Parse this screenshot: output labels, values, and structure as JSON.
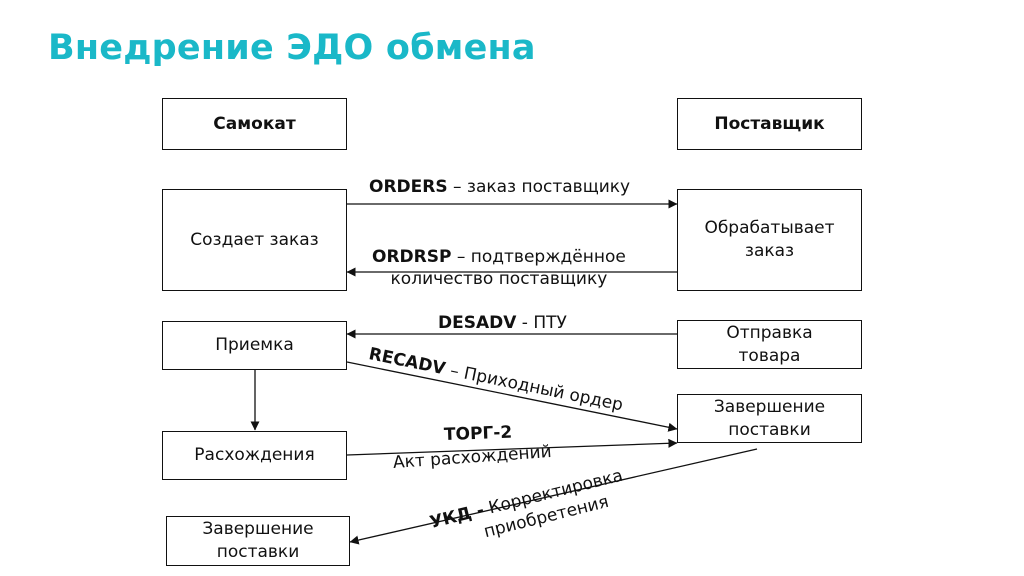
{
  "title": "Внедрение ЭДО обмена",
  "colors": {
    "title": "#1ab8c8",
    "line": "#111111"
  },
  "boxes": {
    "samokat": "Самокат",
    "supplier": "Поставщик",
    "creates_order": "Создает заказ",
    "processes_order": "Обрабатывает заказ",
    "acceptance": "Приемка",
    "shipment": "Отправка товара",
    "discrepancies": "Расхождения",
    "supplier_completion": "Завершение поставки",
    "samokat_completion": "Завершение поставки"
  },
  "flows": {
    "orders": {
      "code": "ORDERS",
      "text": " – заказ поставщику"
    },
    "ordrsp": {
      "code": "ORDRSP",
      "text": " – подтверждённое",
      "text2": "количество поставщику"
    },
    "desadv": {
      "code": "DESADV",
      "text": " - ПТУ"
    },
    "recadv": {
      "code": "RECADV",
      "text": " – Приходный ордер"
    },
    "torg2": {
      "code": "ТОРГ-2",
      "text": "Акт расхождений"
    },
    "ukd": {
      "code": "УКД -",
      "text": " Корректировка",
      "text2": "приобретения"
    }
  }
}
